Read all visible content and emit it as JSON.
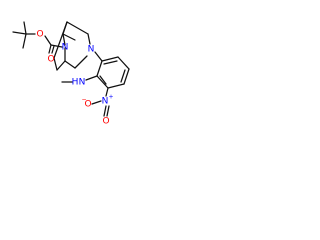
{
  "molecule": {
    "atoms": {
      "carbonyl_oxygen": "O",
      "ester_oxygen": "O",
      "bridge_nitrogen": "N",
      "ring_nitrogen": "N",
      "amine_nitrogen": "N",
      "amine_hydrogen": "H",
      "nitro_nitrogen": "N",
      "nitro_plus": "+",
      "nitro_oxygen_bottom": "O",
      "nitro_minus": "−",
      "nitro_oxygen_left": "O"
    },
    "colors": {
      "bond": "#111111",
      "oxygen": "#ff0000",
      "nitrogen": "#0000ff"
    }
  }
}
